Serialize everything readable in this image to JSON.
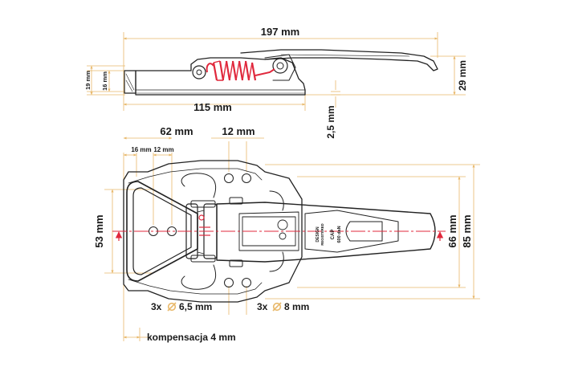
{
  "dimensions": {
    "side_length": "197 mm",
    "side_height_19": "19 mm",
    "side_height_16": "16 mm",
    "side_total_height": "29 mm",
    "side_base_length": "115 mm",
    "thickness": "2,5 mm",
    "hole_offset_62": "62 mm",
    "hole_pitch_12_top": "12 mm",
    "hole_offset_16_small": "16 mm",
    "hole_pitch_12_small": "12 mm",
    "height_53": "53 mm",
    "height_66": "66 mm",
    "height_85": "85 mm",
    "holes_small": "3x",
    "holes_small_dia": "6,5 mm",
    "holes_large": "3x",
    "holes_large_dia": "8 mm",
    "compensation": "kompensacja 4 mm"
  },
  "part_marking": {
    "line1": "DESIGN",
    "line2": "REGISTERED",
    "line3": "CAP",
    "line4": "600 daN"
  },
  "colors": {
    "dimension_line": "#e8b86a",
    "centerline": "#e0283c",
    "spring": "#e0283c",
    "outline": "#222222"
  },
  "icons": {
    "diameter": "diameter-icon"
  }
}
